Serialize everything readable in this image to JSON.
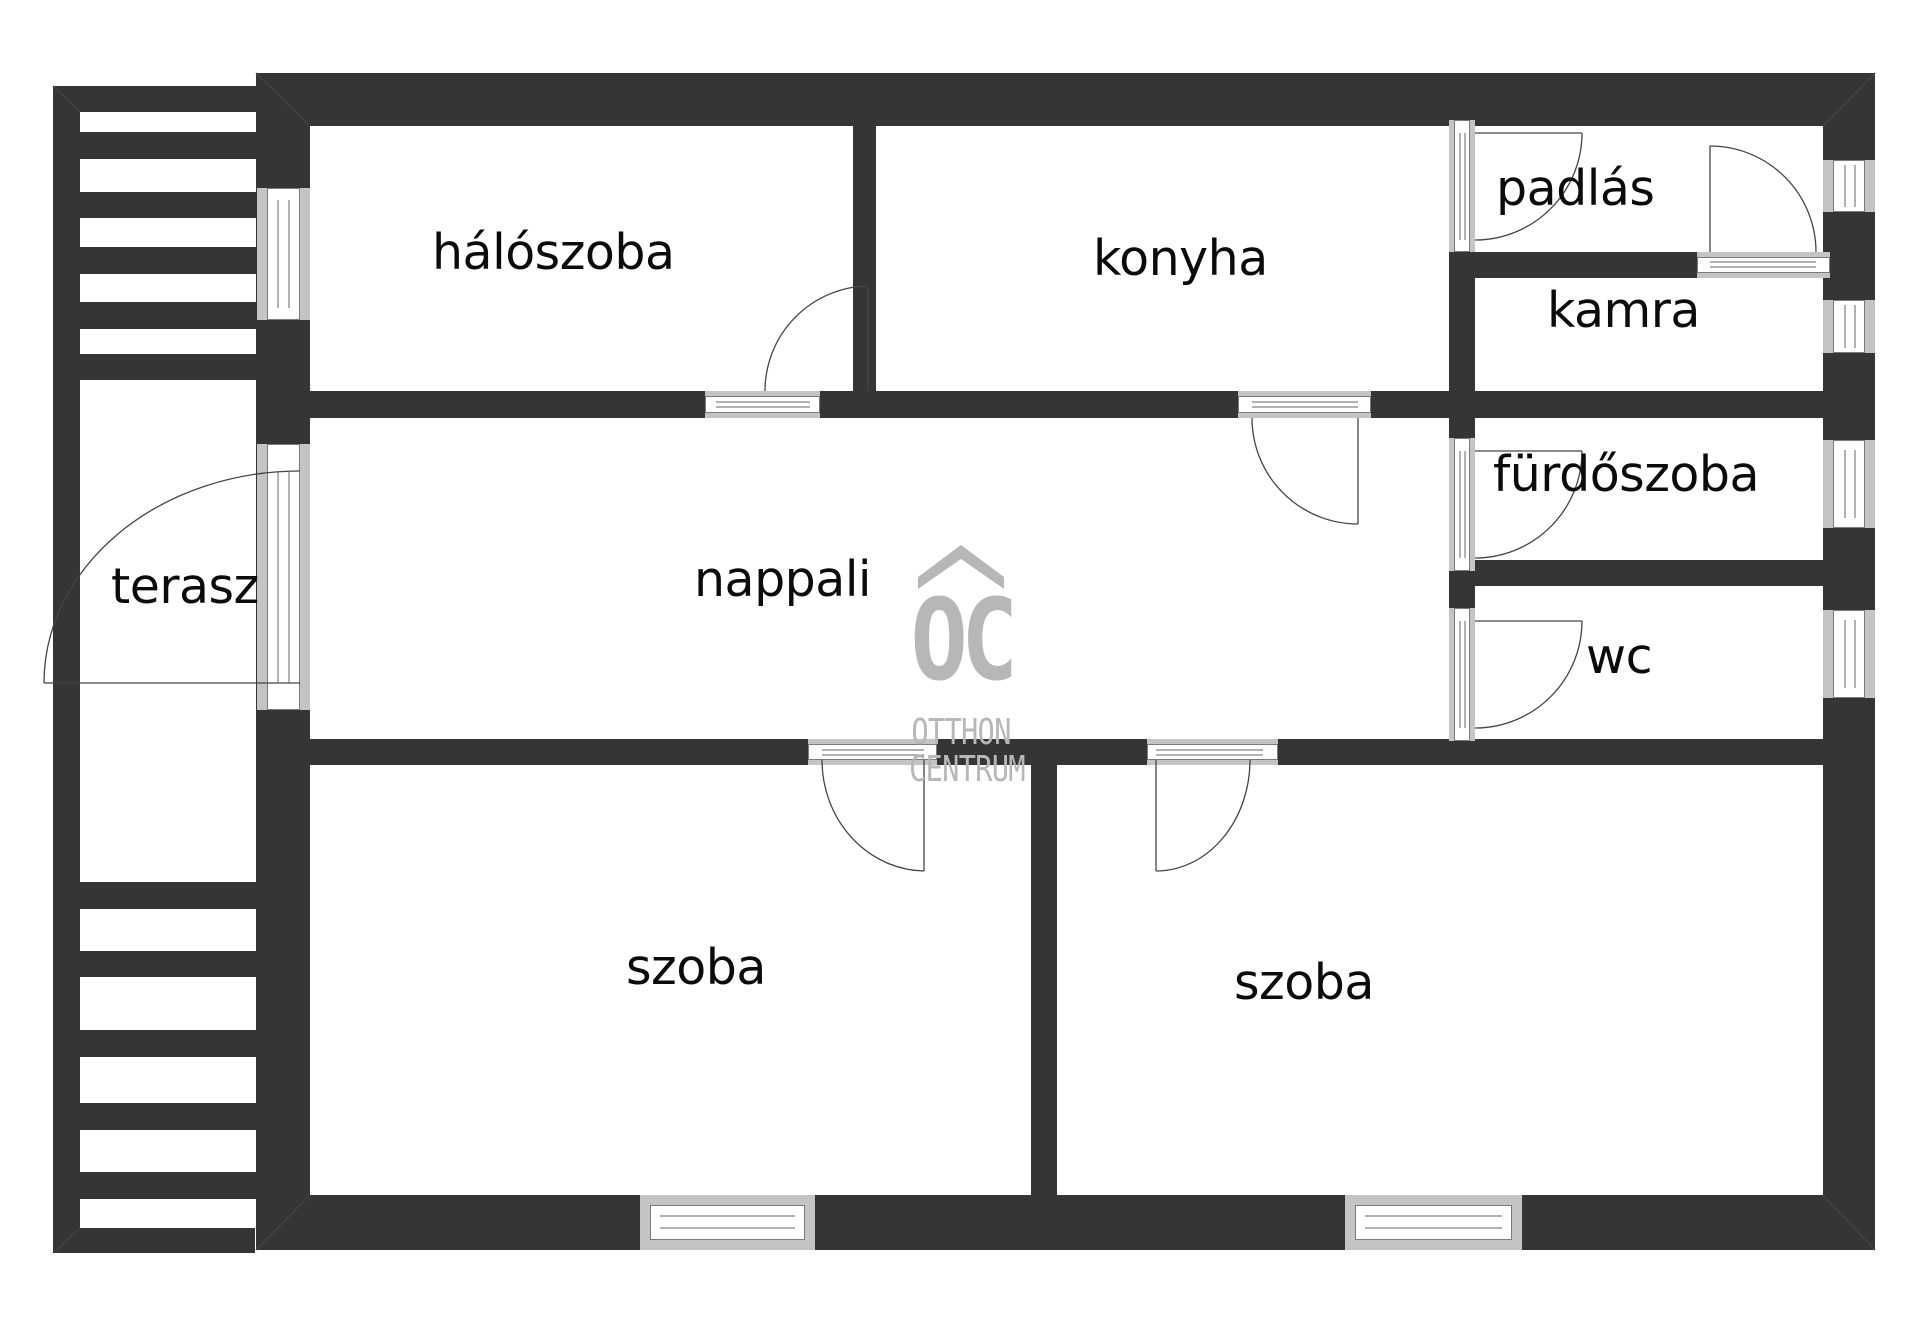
{
  "floorplan": {
    "rooms": [
      {
        "id": "halo",
        "label": "hálószoba"
      },
      {
        "id": "konyha",
        "label": "konyha"
      },
      {
        "id": "padlas",
        "label": "padlás"
      },
      {
        "id": "kamra",
        "label": "kamra"
      },
      {
        "id": "furdo",
        "label": "fürdőszoba"
      },
      {
        "id": "wc",
        "label": "wc"
      },
      {
        "id": "nappali",
        "label": "nappali"
      },
      {
        "id": "terasz",
        "label": "terasz"
      },
      {
        "id": "szoba1",
        "label": "szoba"
      },
      {
        "id": "szoba2",
        "label": "szoba"
      }
    ],
    "colors": {
      "wall": "#353535",
      "window_frame": "#c4c4c4",
      "background": "#ffffff",
      "label": "#0b0b0b",
      "watermark": "#b7b7b7"
    }
  },
  "watermark": {
    "icon": "roof-chevron-icon",
    "mark": "OC",
    "line1": "OTTHON",
    "line2": "CENTRUM"
  }
}
